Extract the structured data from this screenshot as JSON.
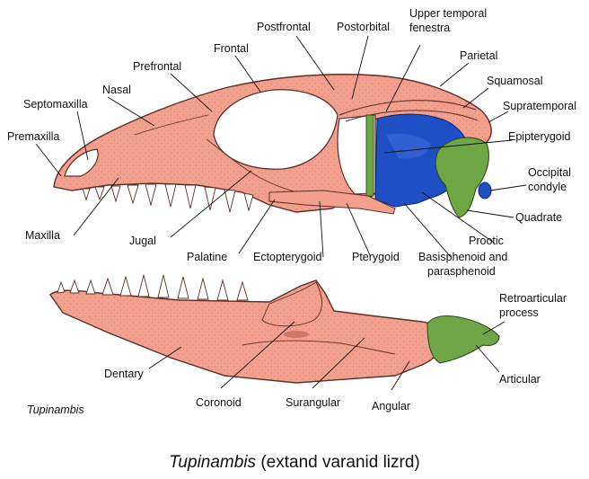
{
  "skull_labels": {
    "premaxilla": "Premaxilla",
    "septomaxilla": "Septomaxilla",
    "nasal": "Nasal",
    "prefrontal": "Prefrontal",
    "frontal": "Frontal",
    "postfrontal": "Postfrontal",
    "postorbital": "Postorbital",
    "upper_temporal_1": "Upper temporal",
    "upper_temporal_2": "fenestra",
    "parietal": "Parietal",
    "squamosal": "Squamosal",
    "supratemporal": "Supratemporal",
    "epipterygoid": "Epipterygoid",
    "occipital_1": "Occipital",
    "occipital_2": "condyle",
    "quadrate": "Quadrate",
    "prootic": "Prootic",
    "basisphenoid_1": "Basisphenoid and",
    "basisphenoid_2": "parasphenoid",
    "pterygoid": "Pterygoid",
    "ectopterygoid": "Ectopterygoid",
    "palatine": "Palatine",
    "jugal": "Jugal",
    "maxilla": "Maxilla"
  },
  "jaw_labels": {
    "retroarticular_1": "Retroarticular",
    "retroarticular_2": "process",
    "articular": "Articular",
    "dentary": "Dentary",
    "coronoid": "Coronoid",
    "surangular": "Surangular",
    "angular": "Angular",
    "genus": "Tupinambis"
  },
  "caption": {
    "genus": "Tupinambis",
    "rest": " (extand varanid lizrd)"
  },
  "colors": {
    "bone": "#f4a08e",
    "bone_stroke": "#5a3028",
    "braincase": "#1f4fc4",
    "green": "#6fa646",
    "leader": "#111111"
  }
}
